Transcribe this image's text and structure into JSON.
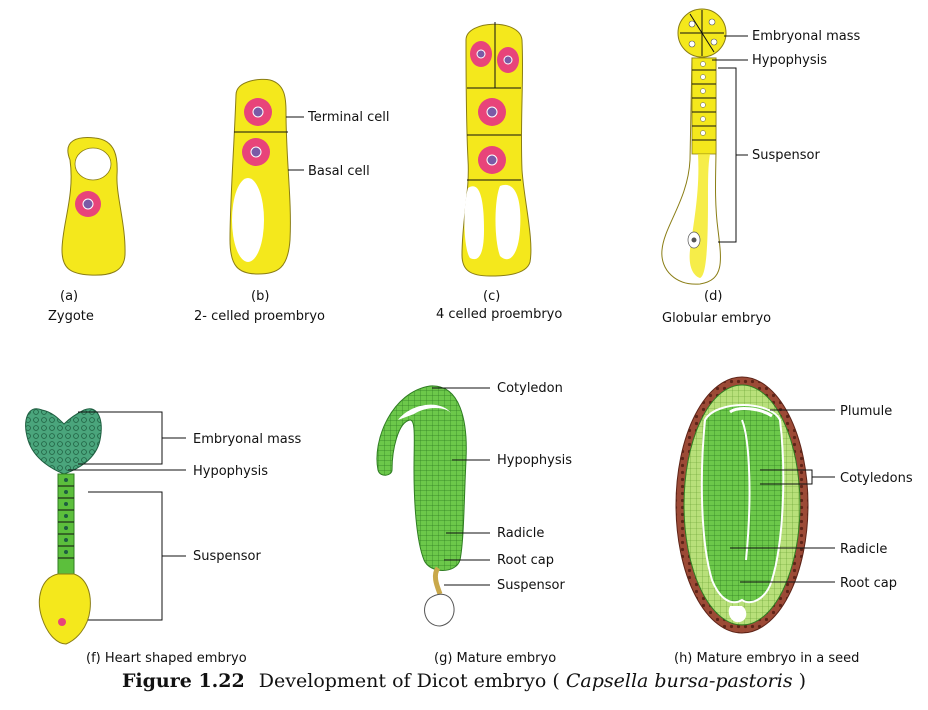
{
  "panels": {
    "a": {
      "letter": "(a)",
      "caption": "Zygote"
    },
    "b": {
      "letter": "(b)",
      "caption": "2- celled proembryo",
      "labels": [
        "Terminal cell",
        "Basal cell"
      ]
    },
    "c": {
      "letter": "(c)",
      "caption": "4 celled proembryo"
    },
    "d": {
      "letter": "(d)",
      "caption": "Globular embryo",
      "labels": [
        "Embryonal mass",
        "Hypophysis",
        "Suspensor"
      ]
    },
    "f": {
      "caption": "(f)   Heart shaped embryo",
      "labels": [
        "Embryonal mass",
        "Hypophysis",
        "Suspensor"
      ]
    },
    "g": {
      "caption": "(g) Mature embryo",
      "labels": [
        "Cotyledon",
        "Hypophysis",
        "Radicle",
        "Root cap",
        "Suspensor"
      ]
    },
    "h": {
      "caption": "(h)  Mature embryo in a seed",
      "labels": [
        "Plumule",
        "Cotyledons",
        "Radicle",
        "Root cap"
      ]
    }
  },
  "figure": {
    "number": "Figure 1.22",
    "title": "Development of Dicot embryo (",
    "species": "Capsella bursa-pastoris",
    "close": ")"
  },
  "colors": {
    "yellow": "#f4e81c",
    "yellow_edge": "#8a7d14",
    "pink": "#e8447a",
    "nucleus": "#7b5aa6",
    "teal": "#3f9a70",
    "green": "#5cbf3c",
    "green_dark": "#2f7d22",
    "seed_coat": "#8a3a2e"
  }
}
